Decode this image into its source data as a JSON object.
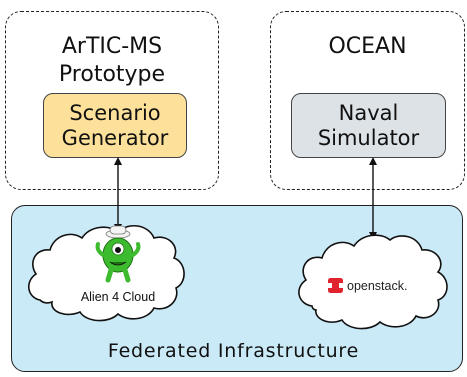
{
  "colors": {
    "infra_fill": "#cbeaf7",
    "scenario_fill": "#fde19a",
    "naval_fill": "#dce2e6",
    "alien_green": "#3dbb2e",
    "openstack_red": "#e0232f"
  },
  "artic_box": {
    "title_line1": "ArTIC-MS",
    "title_line2": "Prototype"
  },
  "ocean_box": {
    "title": "OCEAN"
  },
  "scenario_generator": {
    "line1": "Scenario",
    "line2": "Generator"
  },
  "naval_simulator": {
    "line1": "Naval",
    "line2": "Simulator"
  },
  "alien_cloud": {
    "label": "Alien 4 Cloud",
    "icon": "alien-mascot-icon"
  },
  "openstack_cloud": {
    "label": "openstack.",
    "icon": "openstack-logo-icon"
  },
  "infrastructure": {
    "label": "Federated Infrastructure"
  }
}
